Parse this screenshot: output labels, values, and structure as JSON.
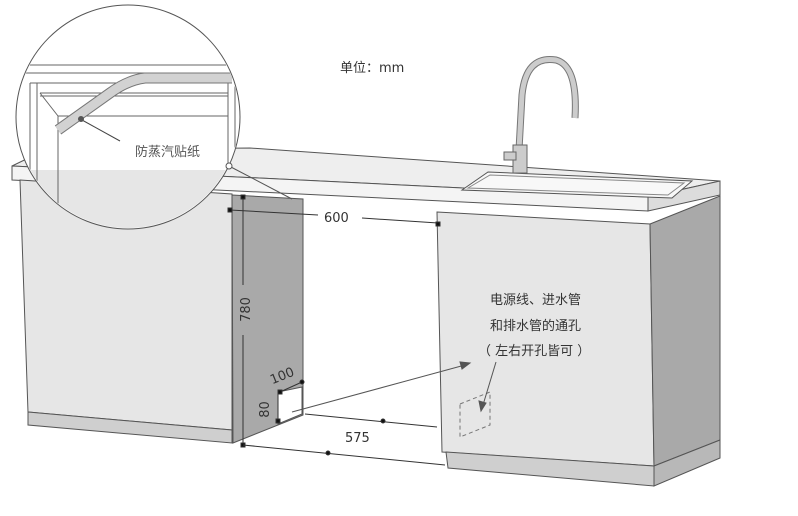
{
  "unit_label": "单位：mm",
  "callout_label": "防蒸汽贴纸",
  "dimensions": {
    "width": "600",
    "height": "780",
    "depth": "575",
    "notch_width": "100",
    "notch_height": "80"
  },
  "note_lines": [
    "电源线、进水管",
    "和排水管的通孔",
    "（ 左右开孔皆可 ）"
  ],
  "colors": {
    "cabinet": "#e6e6e6",
    "side_panel": "#a9a9a9",
    "plinth": "#cfcfcf",
    "counter": "#ececec",
    "line": "#333333"
  }
}
